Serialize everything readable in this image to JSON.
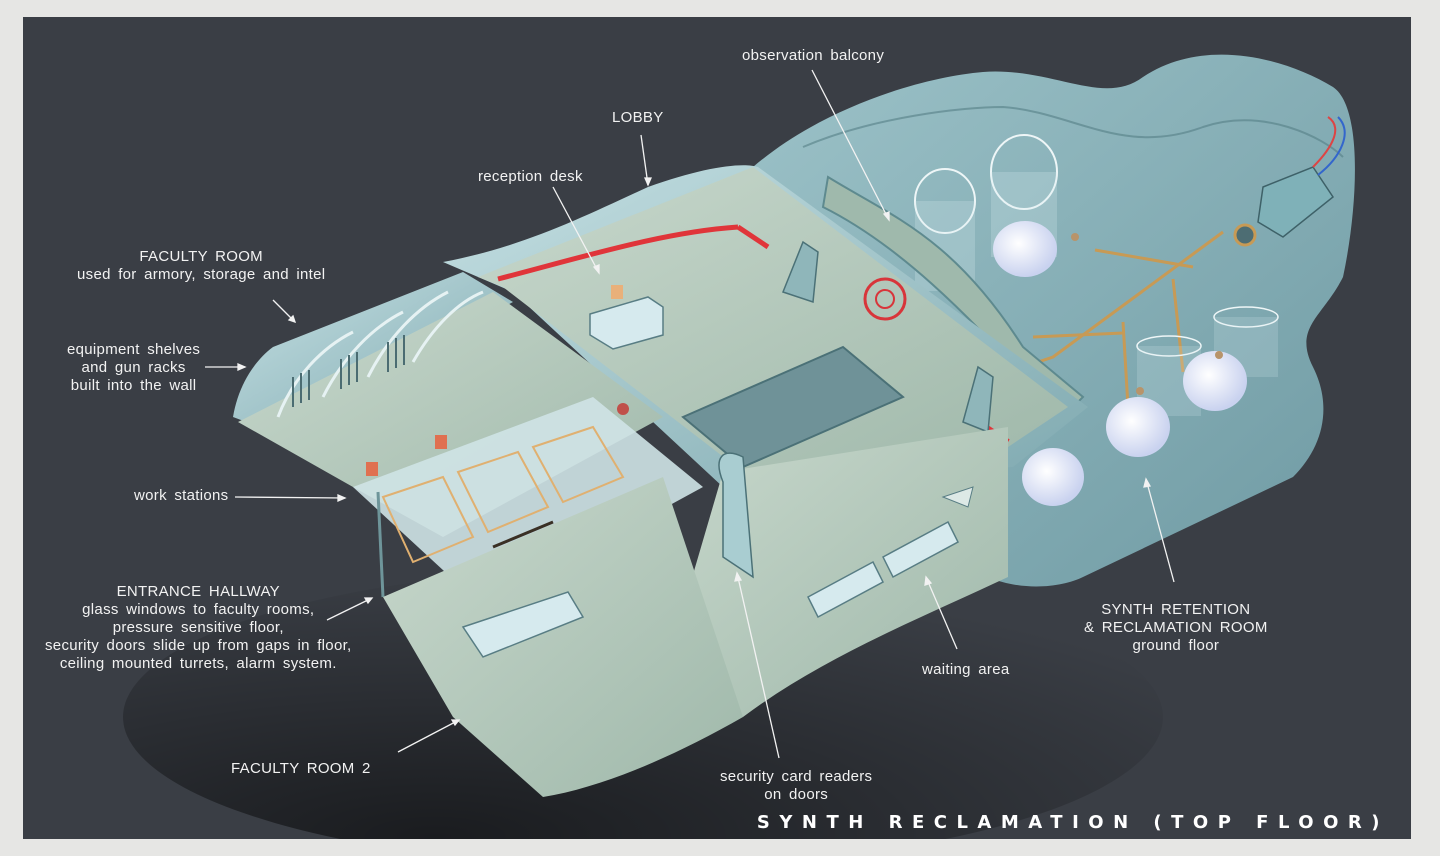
{
  "title": "SYNTH RECLAMATION (TOP FLOOR)",
  "colors": {
    "background": "#3a3e45",
    "frame": "#e6e6e4",
    "label_text": "#f2f2f2",
    "wall": "#9fc6cc",
    "floor": "#b9cdbf",
    "accent_stripe": "#e0353a",
    "pipe": "#c79a55"
  },
  "labels": {
    "faculty_room": {
      "heading": "FACULTY ROOM",
      "detail": "used for armory, storage and intel"
    },
    "equipment": {
      "line1": "equipment shelves",
      "line2": "and gun racks",
      "line3": "built into the wall"
    },
    "work_stations": {
      "text": "work stations"
    },
    "entrance_hallway": {
      "heading": "ENTRANCE HALLWAY",
      "line1": "glass windows to faculty rooms,",
      "line2": "pressure sensitive floor,",
      "line3": "security doors slide up from gaps in floor,",
      "line4": "ceiling mounted turrets, alarm system."
    },
    "faculty_room_2": {
      "text": "FACULTY ROOM 2"
    },
    "lobby": {
      "text": "LOBBY"
    },
    "reception_desk": {
      "text": "reception desk"
    },
    "observation_balcony": {
      "text": "observation balcony"
    },
    "security_card_readers": {
      "line1": "security card readers",
      "line2": "on doors"
    },
    "waiting_area": {
      "text": "waiting area"
    },
    "synth_retention": {
      "line1": "SYNTH RETENTION",
      "line2": "& RECLAMATION ROOM",
      "line3": "ground floor"
    }
  }
}
